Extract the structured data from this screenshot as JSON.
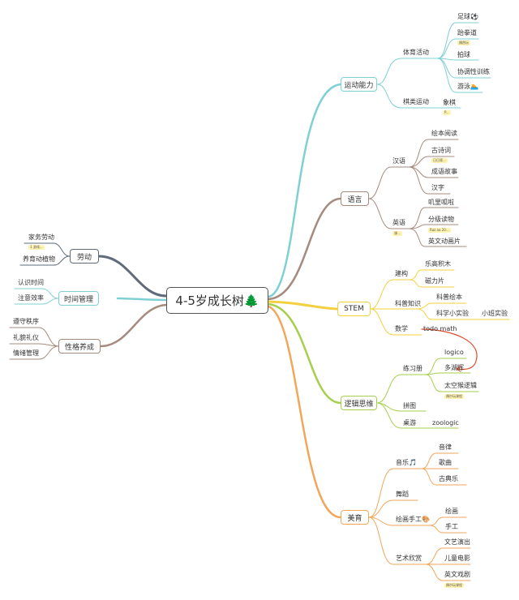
{
  "root": "4-5岁成长树🌲",
  "branches": {
    "sport": {
      "title": "运动能力",
      "color": "#7fd0d4",
      "groups": {
        "pe": {
          "label": "体育活动",
          "items": [
            "足球⚽",
            "跆拳道",
            "拍球",
            "协调性训练",
            "游泳🏊"
          ],
          "note": "偶然玩"
        },
        "board": {
          "label": "棋类运动",
          "items": [
            "象棋"
          ],
          "note": "P..."
        }
      }
    },
    "lang": {
      "title": "语言",
      "color": "#a58a7e",
      "groups": {
        "cn": {
          "label": "汉语",
          "items": [
            "绘本阅读",
            "古诗词",
            "成语故事",
            "汉字"
          ],
          "note": "日日背..."
        },
        "en": {
          "label": "英语",
          "items": [
            "叽里呱啦",
            "分级读物",
            "英文动画片"
          ],
          "note": "Raz aa 20...",
          "tag": "课..."
        }
      }
    },
    "stem": {
      "title": "STEM",
      "color": "#f4d03f",
      "groups": {
        "build": {
          "label": "建构",
          "items": [
            "乐高积木",
            "磁力片"
          ]
        },
        "sci": {
          "label": "科普知识",
          "items": [
            "科普绘本",
            "科学小实验"
          ],
          "extra": "小班实验"
        },
        "math": {
          "label": "数学",
          "items": [
            "todo math"
          ]
        }
      }
    },
    "logic": {
      "title": "逻辑思维",
      "color": "#a5cf4c",
      "groups": {
        "wb": {
          "label": "练习册",
          "items": [
            "logico",
            "多湖辉",
            "太空猴逻辑"
          ],
          "note": "偶尔玩课程"
        },
        "puzzle": {
          "label": "拼图"
        },
        "game": {
          "label": "桌游",
          "items": [
            "zoologic"
          ]
        }
      }
    },
    "art": {
      "title": "美育",
      "color": "#f2a65a",
      "groups": {
        "music": {
          "label": "音乐🎵",
          "items": [
            "音律",
            "歌曲",
            "古典乐"
          ]
        },
        "dance": {
          "label": "舞蹈"
        },
        "craft": {
          "label": "绘画手工🎨",
          "items": [
            "绘画",
            "手工"
          ]
        },
        "appr": {
          "label": "艺术欣赏",
          "items": [
            "文艺演出",
            "儿童电影",
            "英文戏剧"
          ],
          "note": "偶尔玩课程"
        }
      }
    },
    "labor": {
      "title": "劳动",
      "color": "#5f6b7a",
      "items": [
        "家务劳动",
        "养育动植物"
      ],
      "note": "1 游戏..."
    },
    "time": {
      "title": "时间管理",
      "color": "#7fd0d4",
      "items": [
        "认识时间",
        "注意效率"
      ]
    },
    "character": {
      "title": "性格养成",
      "color": "#a58a7e",
      "items": [
        "遵守秩序",
        "礼貌礼仪",
        "情绪管理"
      ]
    }
  }
}
